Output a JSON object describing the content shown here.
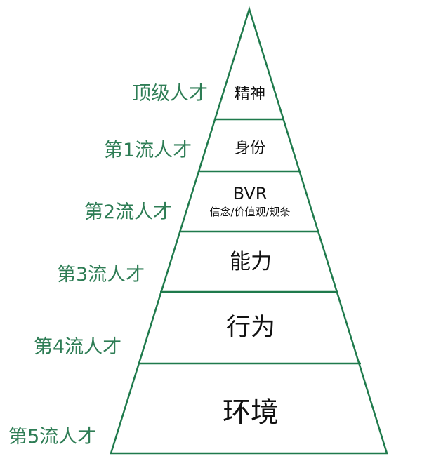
{
  "colors": {
    "outline": "#1f7a4c",
    "side_text": "#2e7d55",
    "layer_text": "#111111"
  },
  "pyramid": {
    "side_labels": [
      "顶级人才",
      "第1流人才",
      "第2流人才",
      "第3流人才",
      "第4流人才",
      "第5流人才"
    ],
    "layers": [
      {
        "label": "精神"
      },
      {
        "label": "身份"
      },
      {
        "label": "BVR",
        "sublabel": "信念/价值观/规条"
      },
      {
        "label": "能力"
      },
      {
        "label": "行为"
      },
      {
        "label": "环境"
      }
    ]
  }
}
